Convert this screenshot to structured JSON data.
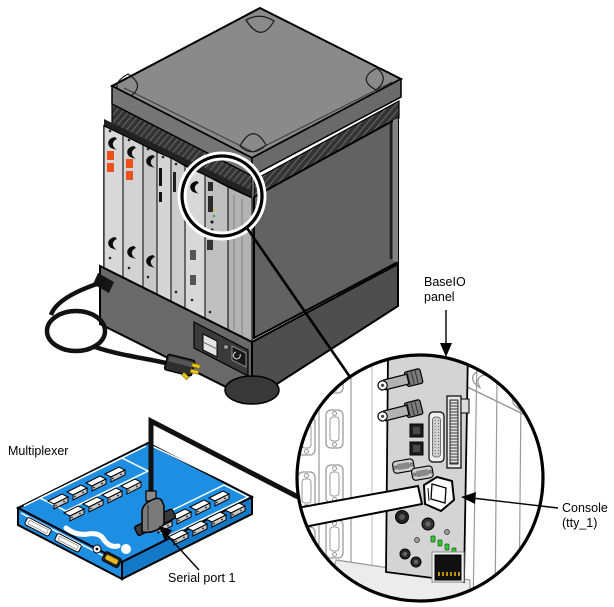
{
  "figure": {
    "type": "hardware-connection-diagram",
    "description": "Deskside server BaseIO panel connected to a multiplexer via serial console cable",
    "labels": {
      "baseio_line1": "BaseIO",
      "baseio_line2": "panel",
      "console_line1": "Console",
      "console_line2": "(tty_1)",
      "multiplexer": "Multiplexer",
      "serial_port": "Serial port 1"
    },
    "colors": {
      "multiplexer_blue": "#1e8ee3",
      "multiplexer_blue_dark": "#1378c6",
      "chassis_top": "#8a8a8a",
      "chassis_skirt": "#757575",
      "chassis_right": "#626262",
      "chassis_base": "#696969",
      "chassis_base_right": "#4e4e4e",
      "cage_bg": "#9c9c9c",
      "card_light": "#d8d8d8",
      "panel_gray": "#d4d4d4",
      "led_green": "#2ecc2e",
      "card_label_orange": "#ee5019",
      "plug_prong_yellow": "#e8c81e",
      "ghost_line": "#9a9a9a"
    }
  }
}
